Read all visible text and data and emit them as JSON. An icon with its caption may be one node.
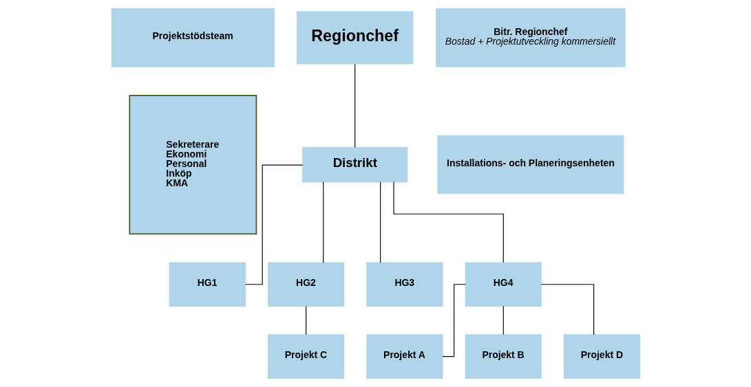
{
  "diagram": {
    "nodes": [
      {
        "text": [
          "Projektstödsteam"
        ]
      },
      {
        "text": [
          "Regionchef"
        ]
      },
      {
        "text": [
          "Bitr. Regionchef",
          "Bostad + Projektutveckling kommersiellt"
        ]
      },
      {
        "text": [
          "Installations- och Planeringsenheten"
        ]
      },
      {
        "text": [
          "Sekreterare",
          "Ekonomi",
          "Personal",
          "Inköp",
          "KMA"
        ]
      },
      {
        "text": [
          "Distrikt"
        ]
      },
      {
        "text": [
          "HG1"
        ]
      },
      {
        "text": [
          "HG2"
        ]
      },
      {
        "text": [
          "HG3"
        ]
      },
      {
        "text": [
          "HG4"
        ]
      },
      {
        "text": [
          "Projekt C"
        ]
      },
      {
        "text": [
          "Projekt A"
        ]
      },
      {
        "text": [
          "Projekt B"
        ]
      },
      {
        "text": [
          "Projekt D"
        ]
      }
    ],
    "edges": [
      {
        "from": 1,
        "to": 5,
        "arrow": "none"
      },
      {
        "from": 5,
        "to": 6,
        "arrow": "none"
      },
      {
        "from": 5,
        "to": 7,
        "arrow": "none"
      },
      {
        "from": 5,
        "to": 8,
        "arrow": "none"
      },
      {
        "from": 5,
        "to": 9,
        "arrow": "none"
      },
      {
        "from": 7,
        "to": 10,
        "arrow": "none"
      },
      {
        "from": 9,
        "to": 11,
        "arrow": "none"
      },
      {
        "from": 9,
        "to": 12,
        "arrow": "none"
      },
      {
        "from": 9,
        "to": 13,
        "arrow": "none"
      }
    ]
  }
}
